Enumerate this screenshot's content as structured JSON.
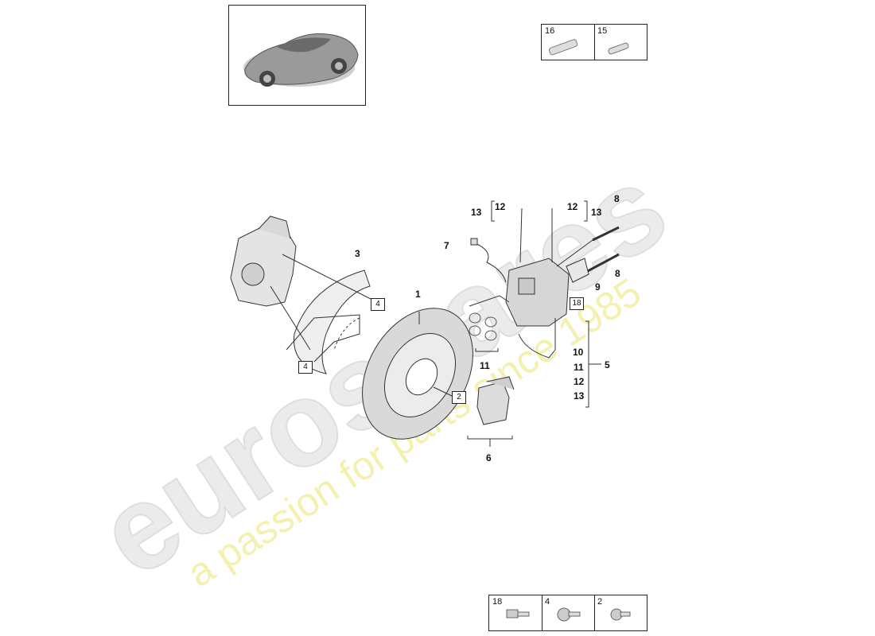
{
  "watermark": {
    "brand": "eurospares",
    "tagline": "a passion for parts since 1985"
  },
  "top_kits": {
    "cells": [
      {
        "number": "16",
        "icon": "tube-icon"
      },
      {
        "number": "15",
        "icon": "tube-icon"
      }
    ]
  },
  "bottom_hardware": {
    "cells": [
      {
        "number": "18",
        "icon": "bolt-icon"
      },
      {
        "number": "4",
        "icon": "bolt-icon"
      },
      {
        "number": "2",
        "icon": "bolt-icon"
      }
    ]
  },
  "callouts": {
    "c1": "1",
    "c3": "3",
    "c5": "5",
    "c6": "6",
    "c7": "7",
    "c8a": "8",
    "c8b": "8",
    "c9": "9",
    "c10": "10",
    "c11a": "11",
    "c11b": "11",
    "c12a": "12",
    "c12b": "12",
    "c12c": "12",
    "c13a": "13",
    "c13b": "13",
    "c13c": "13"
  },
  "tags": {
    "t4a": "4",
    "t4b": "4",
    "t2": "2",
    "t18": "18"
  }
}
